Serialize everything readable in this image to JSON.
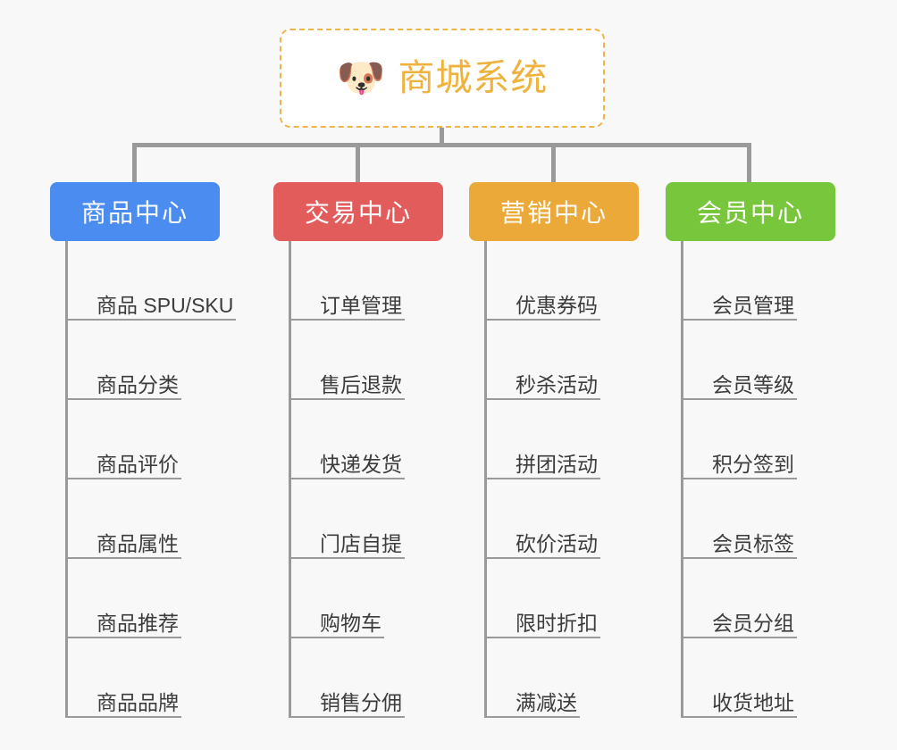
{
  "background_color": "#f8f8f8",
  "root": {
    "icon": "shiba-dog-face-icon",
    "emoji": "🐶",
    "title": "商城系统",
    "title_color": "#eeb23f",
    "border_color": "#efb34a",
    "fill_color": "#ffffff"
  },
  "connector_color": "#9a9a9a",
  "columns": [
    {
      "header": "商品中心",
      "color": "#4a8cf0",
      "items": [
        "商品 SPU/SKU",
        "商品分类",
        "商品评价",
        "商品属性",
        "商品推荐",
        "商品品牌"
      ]
    },
    {
      "header": "交易中心",
      "color": "#e35c5c",
      "items": [
        "订单管理",
        "售后退款",
        "快递发货",
        "门店自提",
        "购物车",
        "销售分佣"
      ]
    },
    {
      "header": "营销中心",
      "color": "#eaa938",
      "items": [
        "优惠券码",
        "秒杀活动",
        "拼团活动",
        "砍价活动",
        "限时折扣",
        "满减送"
      ]
    },
    {
      "header": "会员中心",
      "color": "#78c63c",
      "items": [
        "会员管理",
        "会员等级",
        "积分签到",
        "会员标签",
        "会员分组",
        "收货地址"
      ]
    }
  ]
}
